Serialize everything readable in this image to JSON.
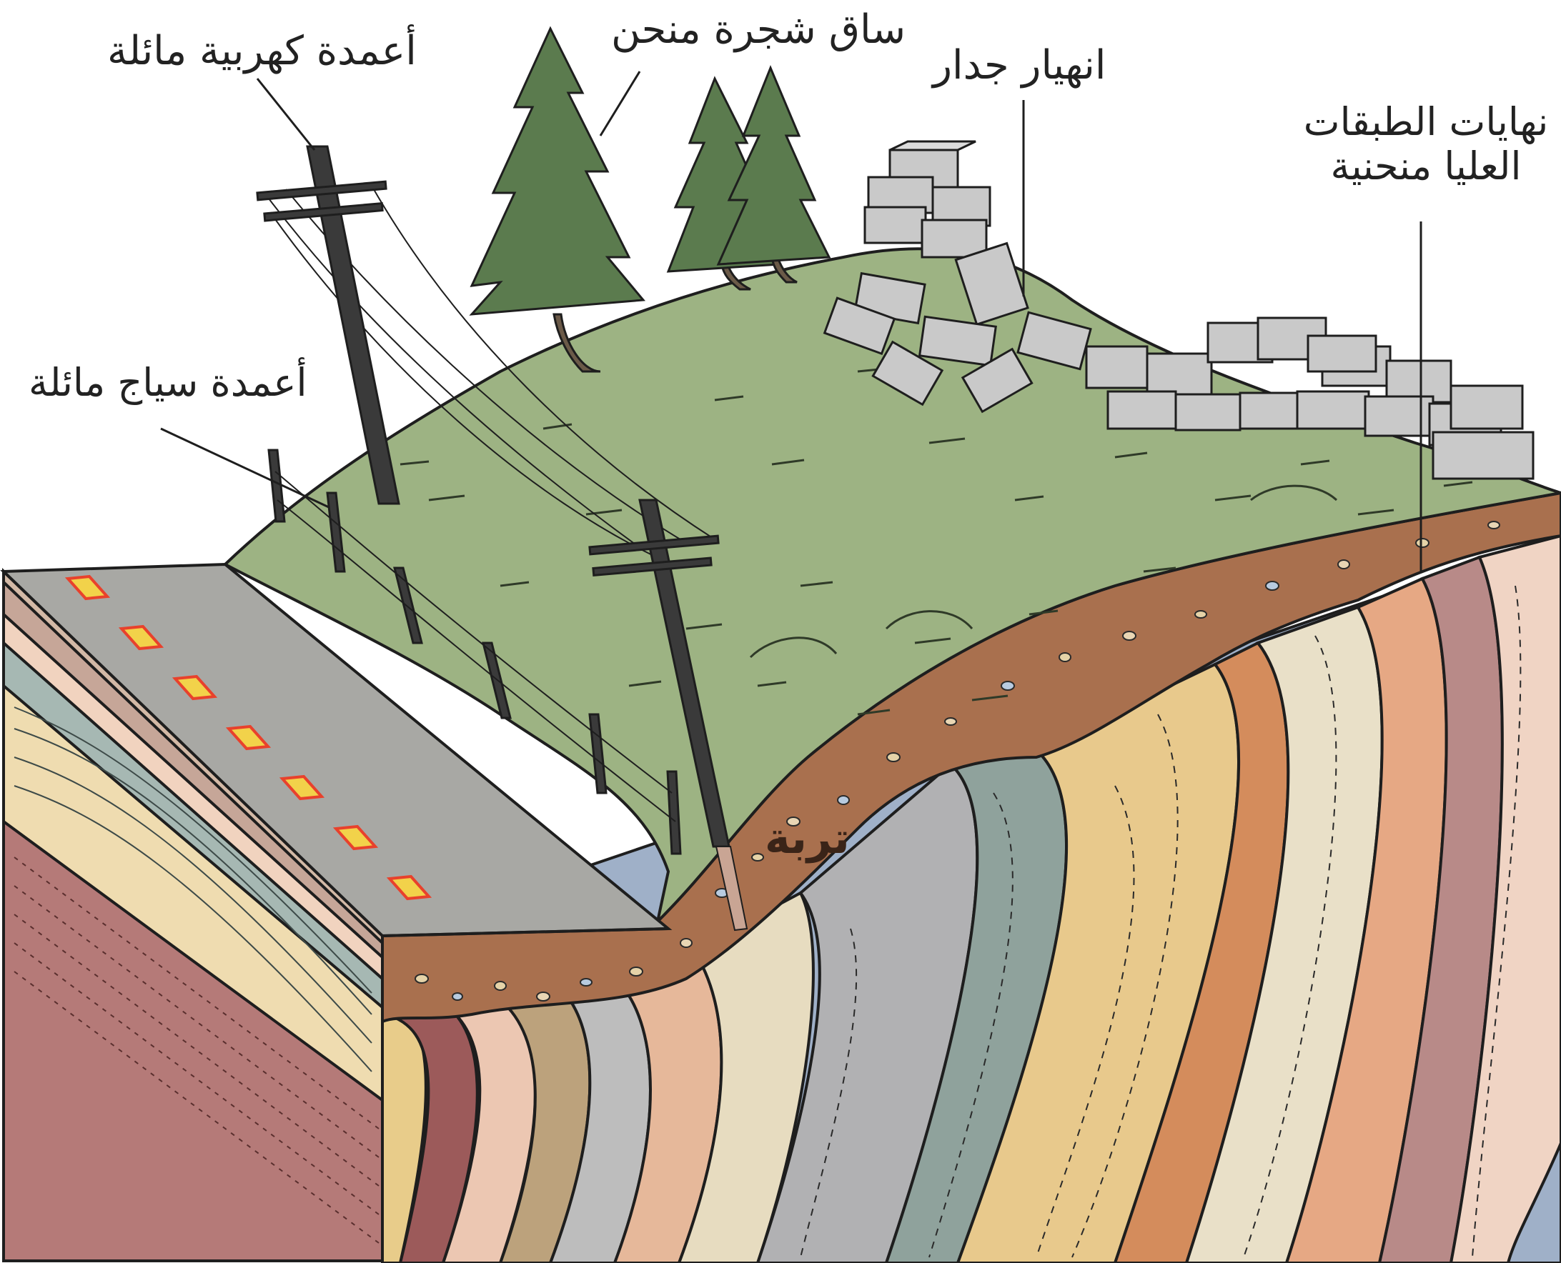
{
  "labels": {
    "electric_poles": "أعمدة كهربية مائلة",
    "tree_trunk": "ساق شجرة منحن",
    "wall_collapse": "انهيار جدار",
    "strata_line1": "نهايات الطبقات",
    "strata_line2": "العليا منحنية",
    "fence_posts": "أعمدة سياج مائلة",
    "soil": "تربة"
  },
  "colors": {
    "grass": "#9db383",
    "soil": "#a9704e",
    "road": "#a8a8a4",
    "road_stripe": "#f2d24a",
    "road_stripe_edge": "#e8412c",
    "tree": "#5b7b4e",
    "pole": "#3a3a3a",
    "wall_block": "#c9c9c9",
    "outline": "#1e1e1e"
  },
  "icons": [
    "pine-tree-icon",
    "utility-pole-icon",
    "fence-post-icon",
    "stone-block-icon"
  ]
}
